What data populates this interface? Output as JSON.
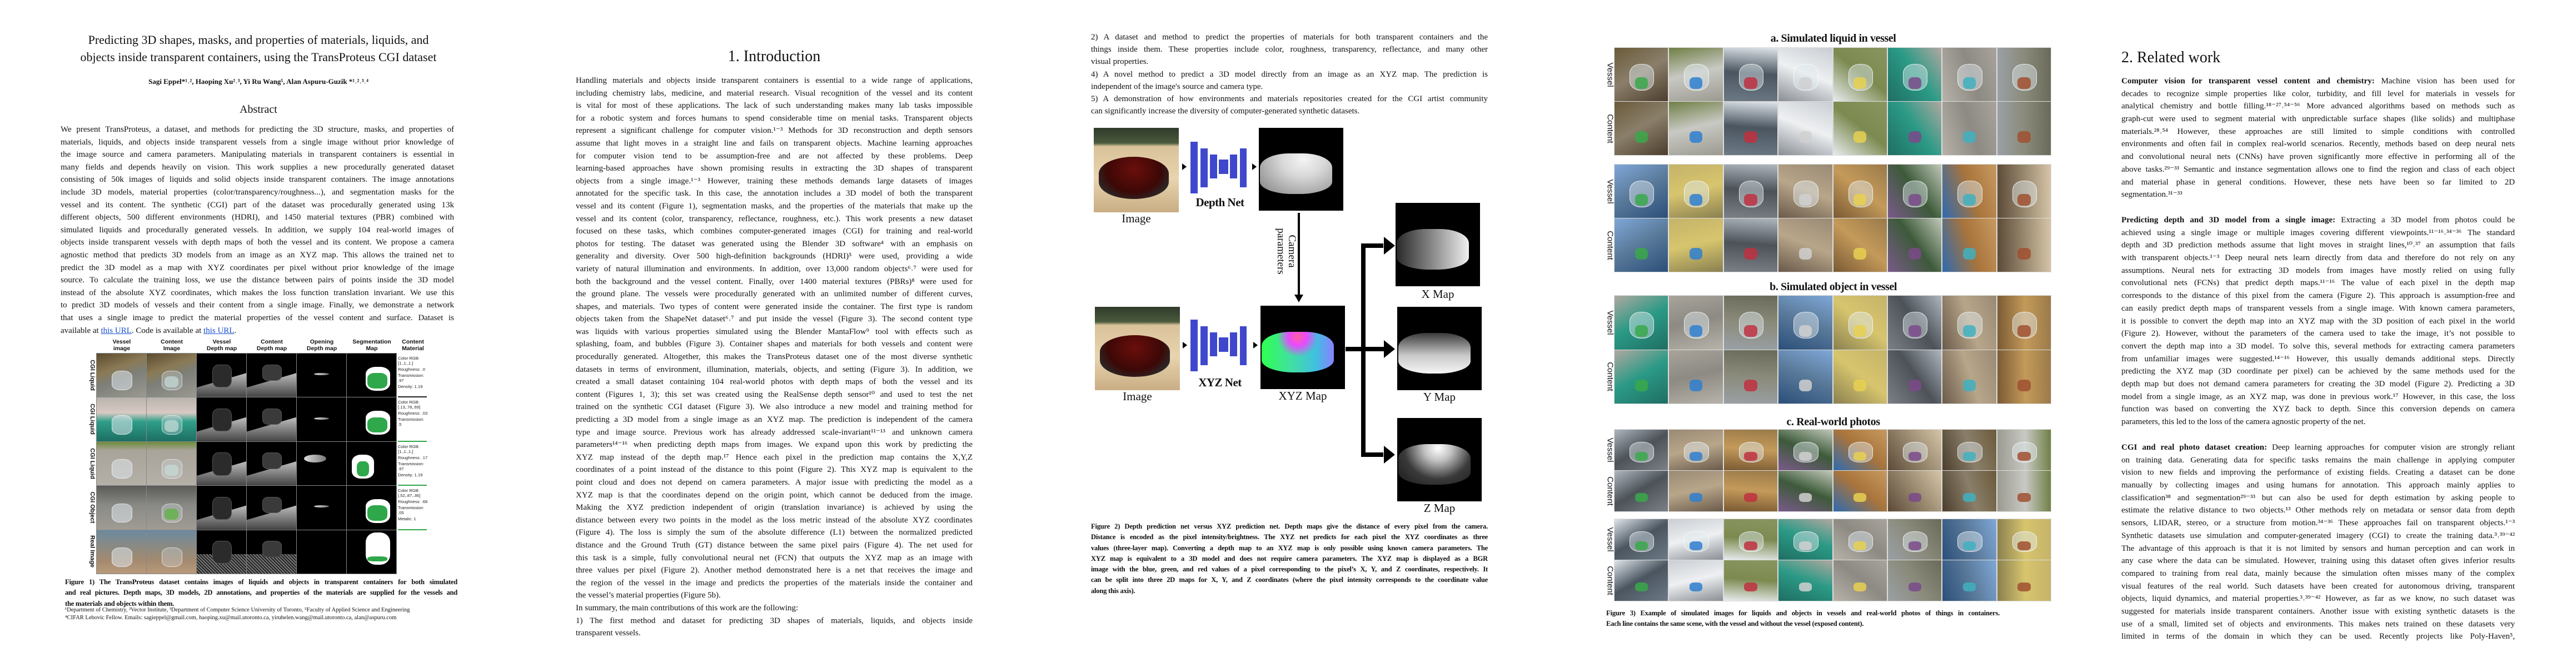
{
  "page1": {
    "title_lines": [
      "Predicting 3D shapes, masks, and properties of materials, liquids, and",
      "objects inside transparent containers, using the TransProteus CGI dataset"
    ],
    "authors": "Sagi Eppel*¹˒², Haoping Xu²˒³, Yi Ru Wang⁵, Alan Aspuru-Guzik *¹˒²˒³˒⁴",
    "abstract_heading": "Abstract",
    "abstract_lines": [
      "We present TransProteus, a dataset, and methods for predicting the 3D structure, masks, and properties of",
      "materials, liquids, and objects inside transparent vessels from a single image without prior knowledge of",
      "the image source and camera parameters. Manipulating materials in transparent containers is essential in",
      "many fields and depends heavily on vision. This work supplies a new procedurally generated dataset",
      "consisting of 50k images of liquids and solid objects inside transparent containers. The image annotations",
      "include 3D models, material properties (color/transparency/roughness...), and segmentation masks for the",
      "vessel and its content. The synthetic (CGI) part of the dataset was procedurally generated using 13k",
      "different objects, 500 different environments (HDRI), and 1450 material textures (PBR) combined with",
      "simulated liquids and procedurally generated vessels. In addition, we supply 104 real-world images of",
      "objects inside transparent vessels with depth maps of both the vessel and its content. We propose a camera",
      "agnostic method that predicts 3D models from an image as an XYZ map. This allows the trained net to",
      "predict the 3D model as a map with XYZ coordinates per pixel without prior knowledge of the image",
      "source. To calculate the training loss, we use the distance between pairs of points inside the 3D model",
      "instead of the absolute XYZ coordinates, which makes the loss function translation invariant. We use this",
      "to predict 3D models of vessels and their content from a single image. Finally, we demonstrate a network",
      "that uses a single image to predict the material properties of the vessel content and surface. Dataset is"
    ],
    "abstract_last": {
      "pre": "available at ",
      "link1": "this URL",
      "mid": ". Code is available at ",
      "link2": "this URL",
      "post": "."
    },
    "figure1": {
      "column_headers": [
        [
          "Vessel",
          "image"
        ],
        [
          "Content",
          "Image"
        ],
        [
          "Vessel",
          "Depth map"
        ],
        [
          "Content",
          "Depth map"
        ],
        [
          "Opening",
          "Depth map"
        ],
        [
          "Segmentation",
          "Map"
        ],
        [
          "Content",
          "Material"
        ]
      ],
      "row_labels": [
        "CGI Liquid",
        "CGI Liquid",
        "CGI Liquid",
        "CGI Object",
        "Real Image"
      ],
      "materials": [
        [
          "Color RGB: [1.,1.,1.]",
          "Roughness: .0",
          "Transmission: .97",
          "Density: 1.19"
        ],
        [
          "Color RGB: [.13,.78,.69]",
          "Roughness: .03",
          "Transmission: .5"
        ],
        [
          "Color RGB: [1.,1.,1.]",
          "Roughness: .17",
          "Transmission: .97",
          "Density: 1.19"
        ],
        [
          "Color RGB: [.52,.87,.36]",
          "Roughness: .68",
          "Transmission: .05",
          "Metalic: 1"
        ],
        []
      ],
      "accent_color": "#2ea84a",
      "caption_lines": [
        "Figure 1) The TransProteus dataset contains images of liquids and objects in transparent containers for both simulated",
        "and real pictures. Depth maps, 3D models, 2D annotations, and properties of the materials are supplied for the vessels and",
        "the materials and objects within them."
      ]
    },
    "footnotes": [
      "¹Department of Chemistry, ²Vector Institute, ³Department of Computer Science University of Toronto, ⁵Faculty of Applied Science and Engineering",
      "⁴CIFAR Lebovic Fellow. Emails: sagieppel@gmail.com, haoping.xu@mail.utoronto.ca, yiruhelen.wang@mail.utoronto.ca, alan@aspuru.com"
    ]
  },
  "page2": {
    "heading": "1. Introduction",
    "lines": [
      "Handling materials and objects inside transparent containers is essential to a wide range of applications,",
      "including chemistry labs, medicine, and material research. Visual recognition of the vessel and its content",
      "is vital for most of these applications. The lack of such understanding makes many lab tasks impossible",
      "for a robotic system and forces humans to spend considerable time on menial tasks. Transparent objects",
      "represent a significant challenge for computer vision.¹⁻³ Methods for 3D reconstruction and depth sensors",
      "assume that light moves in a straight line and fails on transparent objects. Machine learning approaches",
      "for computer vision tend to be assumption-free and are not affected by these problems. Deep",
      "learning-based approaches have shown promising results in extracting the 3D shapes of transparent",
      "objects from a single image.¹⁻³ However, training these methods demands large datasets of images",
      "annotated for the specific task. In this case, the annotation includes a 3D model of both the transparent",
      "vessel and its content (Figure 1), segmentation masks, and the properties of the materials that make up the",
      "vessel and its content (color, transparency, reflectance, roughness, etc.). This work presents a new dataset",
      "focused on these tasks, which combines computer-generated images (CGI) for training and real-world",
      "photos for testing. The dataset was generated using the Blender 3D software⁴ with an emphasis on",
      "generality and diversity. Over 500 high-definition backgrounds (HDRI)⁵ were used, providing a wide",
      "variety of natural illumination and environments. In addition, over 13,000 random objects⁶˒⁷ were used for",
      "both the background and the vessel content. Finally, over 1400 material textures (PBRs)⁸ were used for",
      "the ground plane. The vessels were procedurally generated with an unlimited number of different curves,",
      "shapes, and materials. Two types of content were generated inside the container. The first type is random",
      "objects taken from the ShapeNet dataset⁶˒⁷ and put inside the vessel (Figure 3). The second content type",
      "was liquids with various properties simulated using the Blender MantaFlow⁹ tool with effects such as",
      "splashing, foam, and bubbles (Figure 3). Container shapes and materials for both vessels and content were",
      "procedurally generated. Altogether, this makes the TransProteus dataset one of the most diverse synthetic",
      "datasets in terms of environment, illumination, materials, objects, and setting (Figure 3). In addition, we",
      "created a small dataset containing 104 real-world photos with depth maps of both the vessel and its",
      "content (Figures 1, 3); this set was created using the RealSense depth sensor¹⁰ and used to test the net",
      "trained on the synthetic CGI dataset (Figure 3). We also introduce a new model and training method for",
      "predicting a 3D model from a single image as an XYZ map. The prediction is independent of the camera",
      "type and image source. Previous work has already addressed scale-invariant¹¹⁻¹³ and unknown camera",
      "parameters¹⁴⁻¹⁶ when predicting depth maps from images. We expand upon this work by predicting the",
      "XYZ map instead of the depth map.¹⁷ Hence each pixel in the prediction map contains the X,Y,Z",
      "coordinates of a point instead of the distance to this point (Figure 2). This XYZ map is equivalent to the",
      "point cloud and does not depend on camera parameters. A major issue with predicting the model as a",
      "XYZ map is that the coordinates depend on the origin point, which cannot be deduced from the image.",
      "Making the XYZ prediction independent of origin (translation invariance) is achieved by using the",
      "distance between every two points in the model as the loss metric instead of the absolute XYZ coordinates",
      "(Figure 4). The loss is simply the sum of the absolute difference (L1) between the normalized predicted",
      "distance and the Ground Truth (GT)  distance between the same pixel pairs (Figure 4). The net used for",
      "this task is a simple, fully convolutional neural net (FCN) that outputs the XYZ map as an image with",
      "three values per pixel (Figure 2). Another method demonstrated here is a net that receives the image and",
      "the region of the vessel in the image and predicts the properties of the materials inside the container and",
      "the vessel’s material properties (Figure 5b).",
      "In summary, the main contributions of this work are the following:",
      "1) The first method and dataset for predicting 3D shapes of materials, liquids, and objects inside",
      "transparent vessels."
    ]
  },
  "page3": {
    "lines": [
      "2) A dataset and method to predict the properties of materials for both transparent containers and the",
      "things inside them. These properties include color, roughness, transparency, reflectance, and many other",
      "visual properties.",
      "4) A novel method to predict a 3D model directly from an image as an XYZ map. The prediction is",
      "independent of the image's source and camera type.",
      "5) A demonstration of how environments and materials repositories created for the CGI artist community",
      "can significantly increase the diversity of computer-generated synthetic datasets."
    ],
    "figure2": {
      "image_label": "Image",
      "depth_net_label": "Depth Net",
      "xyz_net_label": "XYZ Net",
      "camera_parameters_lines": [
        "Camera",
        "parameters"
      ],
      "xyz_map_label": "XYZ Map",
      "x_map_label": "X Map",
      "y_map_label": "Y Map",
      "z_map_label": "Z Map",
      "net_color": "#3f48cc",
      "caption_lines": [
        "Figure 2) Depth prediction net versus XYZ prediction net. Depth maps give the distance of every pixel from the camera.",
        "Distance is encoded as the pixel intensity/brightness. The XYZ net predicts for each pixel the XYZ coordinates as three",
        "values (three-layer map). Converting a depth map to an XYZ map is only possible using known camera parameters. The",
        "XYZ map is equivalent to a 3D model and does not require camera parameters. The XYZ map is displayed as a BGR",
        "image with the blue, green, and red values of a pixel corresponding to the pixel’s X, Y, and Z coordinates, respectively. It",
        "can be split into three 2D maps for X, Y, and Z coordinates (where the pixel intensity corresponds to the coordinate value",
        "along this axis)."
      ]
    }
  },
  "page4": {
    "figure3": {
      "sections": [
        {
          "title": "a. Simulated liquid in vessel"
        },
        {
          "title": "b. Simulated object in vessel"
        },
        {
          "title": "c. Real-world photos"
        }
      ],
      "row_labels": [
        "Vessel",
        "Content"
      ],
      "caption_lines": [
        "Figure 3) Example of simulated images for liquids and objects in vessels and real-world photos of things in containers.",
        "Each line contains the same scene, with the vessel and without the vessel (exposed content)."
      ]
    }
  },
  "page5": {
    "heading": "2. Related work",
    "paragraphs": [
      {
        "lead": "Computer vision for transparent vessel content and chemistry:",
        "lines": [
          " Machine vision has been used for",
          "decades to recognize simple properties like color, turbidity, and fill level for materials in vessels for",
          "analytical chemistry and bottle filling.¹⁸⁻²⁷˒⁵⁴⁻⁵⁶ More advanced algorithms based on methods such as",
          "graph-cut were used to segment material with unpredictable surface shapes (like solids) and multiphase",
          "materials.²⁸˒⁵⁴ However, these approaches are still limited to simple conditions with controlled",
          "environments and often fail in complex real-world scenarios. Recently, methods based on deep neural nets",
          "and convolutional neural nets (CNNs) have proven significantly more effective in performing all of the",
          "above tasks.²⁹⁻³³ Semantic and instance segmentation allows one to find the region and class of each object",
          "and material phase in general conditions. However, these nets have been so far limited to 2D",
          "segmentation.³¹⁻³³"
        ]
      },
      {
        "lead": "Predicting depth and 3D model from a single image:",
        "lines": [
          " Extracting a 3D model from photos could be",
          "achieved using a single image or multiple images covering different viewpoints.¹¹⁻¹⁶˒³⁴⁻³⁶ The standard",
          "depth and 3D prediction methods assume that light moves in straight lines,¹⁰˒³⁷ an assumption that fails",
          "with transparent objects.¹⁻³ Deep neural nets learn directly from data and therefore do not rely on any",
          "assumptions. Neural nets for extracting 3D models from images have mostly relied on using fully",
          "convolutional nets (FCNs) that predict depth maps.¹¹⁻¹⁶ The value of each pixel in the depth map",
          "corresponds to the distance of this pixel from the camera (Figure 2). This approach is assumption-free and",
          "can easily predict depth maps of transparent vessels from a single image. With known camera parameters,",
          "it is possible to convert the depth map into an XYZ map with the 3D position of each pixel in the world",
          "(Figure 2). However, without the parameters of the camera used to take the image, it’s not possible to",
          "convert the depth map into a 3D model. To solve this, several methods for extracting camera parameters",
          "from unfamiliar images were suggested.¹⁴⁻¹⁶ However, this usually demands additional steps. Directly",
          "predicting the XYZ map (3D coordinate per pixel) can be achieved by the same methods used for the",
          "depth map but does not demand camera parameters for creating the 3D model (Figure 2). Predicting a 3D",
          "model from a single image, as an XYZ map, was done in previous work.¹⁷ However, in this case, the loss",
          "function was based on converting the XYZ back to depth. Since this conversion depends on camera",
          "parameters, this led to the loss of the camera agnostic property of the net."
        ]
      },
      {
        "lead": "CGI and real photo dataset creation:",
        "lines": [
          " Deep learning approaches for computer vision are strongly reliant",
          "on training data. Generating data for specific tasks remains the main challenge in applying computer",
          "vision to new fields and improving the performance of existing fields. Creating a dataset can be done",
          "manually by collecting images and using humans for annotation. This approach mainly applies to",
          "classification³⁸ and segmentation²⁹⁻³³ but can also be used for depth estimation by asking people to",
          "estimate the relative distance to two objects.¹³ Other methods rely on metadata or sensor data from depth",
          "sensors, LIDAR, stereo, or a structure from motion.³⁴⁻³⁶ These approaches fail on transparent objects.¹⁻³",
          "Synthetic datasets use simulation and computer-generated imagery (CGI) to create the training data.³˒³⁹⁻⁴²",
          "The advantage of this approach is that it is not limited by sensors and human perception and can work in",
          "any case where the data can be simulated. However, training using this dataset often gives inferior results",
          "compared to training from real data, mainly because the simulation often misses many of the complex",
          "visual features of the real world. Such datasets have been created for autonomous driving, transparent",
          "objects, liquid dynamics, and material properties.³˒³⁹⁻⁴² However, as far as we know, no such dataset was",
          "suggested for materials inside transparent containers. Another issue with existing synthetic datasets is the",
          "use of a small, limited set of objects and environments. This makes nets trained on these datasets very",
          "limited in terms of the domain in which they can be used. Recently projects like Poly-Haven⁵,"
        ]
      }
    ]
  }
}
